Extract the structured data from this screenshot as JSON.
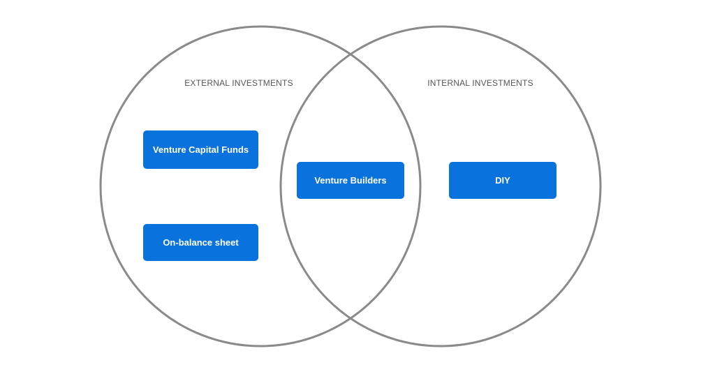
{
  "colors": {
    "box_fill": "#0a72dc",
    "circle_stroke": "#8a8a8a",
    "label_text": "#555555"
  },
  "sets": {
    "external": {
      "label": "EXTERNAL INVESTMENTS"
    },
    "internal": {
      "label": "INTERNAL INVESTMENTS"
    }
  },
  "items": {
    "venture_capital_funds": "Venture Capital Funds",
    "on_balance_sheet": "On-balance sheet",
    "venture_builders": "Venture Builders",
    "diy": "DIY"
  }
}
